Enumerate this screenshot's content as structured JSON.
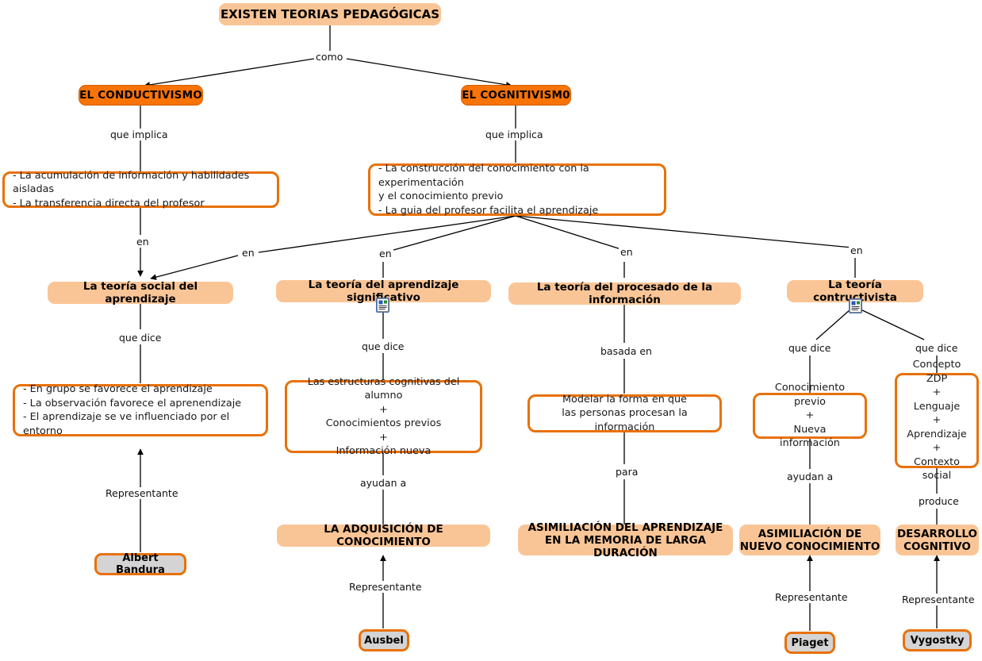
{
  "map": {
    "title_node": "EXISTEN TEORIAS PEDAGÓGICAS",
    "colors": {
      "orange_fill": "#f97306",
      "peach_fill": "#fac596",
      "box_border": "#e8710a",
      "author_fill": "#d4d4d4",
      "edge": "#000000",
      "icon_border": "#3f6fb5"
    }
  },
  "nodes": {
    "conductivismo": "EL CONDUCTIVISMO",
    "cognitivismo": "EL COGNITIVISM0",
    "conductivismo_detail_l1": "- La acumulación de información y habilidades aisladas",
    "conductivismo_detail_l2": "- La transferencia directa del profesor",
    "cognitivismo_detail_l1": "- La construcción del conocimiento con la experimentación",
    "cognitivismo_detail_l2": "y el conocimiento previo",
    "cognitivismo_detail_l3": "- La guia del profesor facilita el aprendizaje",
    "teoria_social": "La teoría social del aprendizaje",
    "teoria_significativo": "La teoría del aprendizaje significativo",
    "teoria_procesado": "La teoría del procesado de la información",
    "teoria_constructivista": "La teoría contructivista",
    "social_detail_l1": "- En grupo se favorece el aprendizaje",
    "social_detail_l2": "- La observación favorece el aprenendizaje",
    "social_detail_l3": "- El aprendizaje se ve influenciado por el entorno",
    "significativo_detail_l1": "Las estructuras cognitivas del alumno",
    "significativo_detail_l2": "+",
    "significativo_detail_l3": "Conocimientos previos",
    "significativo_detail_l4": "+",
    "significativo_detail_l5": "Información nueva",
    "procesado_detail_l1": "Modelar la forma en que",
    "procesado_detail_l2": "las personas procesan la información",
    "constructivista_detail_l1": "Conocimiento previo",
    "constructivista_detail_l2": "+",
    "constructivista_detail_l3": "Nueva información",
    "zdp_l1": "Concepto ZDP",
    "zdp_l2": "+",
    "zdp_l3": "Lenguaje",
    "zdp_l4": "+",
    "zdp_l5": "Aprendizaje",
    "zdp_l6": "+",
    "zdp_l7": "Contexto social",
    "adquisicion": "LA ADQUISICIÓN DE CONOCIMIENTO",
    "asimiliacion_memoria_l1": "ASIMILIACIÓN DEL APRENDIZAJE",
    "asimiliacion_memoria_l2": "EN LA MEMORIA DE LARGA DURACIÓN",
    "asimiliacion_nuevo_l1": "ASIMILIACIÓN DE",
    "asimiliacion_nuevo_l2": "NUEVO CONOCIMIENTO",
    "desarrollo_l1": "DESARROLLO",
    "desarrollo_l2": "COGNITIVO",
    "autor_bandura": "Albert Bandura",
    "autor_ausbel": "Ausbel",
    "autor_piaget": "Piaget",
    "autor_vygostky": "Vygostky"
  },
  "link_labels": {
    "como": "como",
    "que_implica_1": "que implica",
    "que_implica_2": "que implica",
    "en_1": "en",
    "en_2": "en",
    "en_3": "en",
    "en_4": "en",
    "en_5": "en",
    "que_dice_1": "que dice",
    "que_dice_2": "que dice",
    "basada_en": "basada en",
    "que_dice_3": "que dice",
    "que_dice_4": "que dice",
    "representante_1": "Representante",
    "ayudan_a_1": "ayudan a",
    "para": "para",
    "ayudan_a_2": "ayudan a",
    "produce": "produce",
    "representante_2": "Representante",
    "representante_3": "Representante",
    "representante_4": "Representante"
  },
  "icons": {
    "doc_significativo": "document-note-icon",
    "doc_constructivista": "document-note-icon"
  }
}
